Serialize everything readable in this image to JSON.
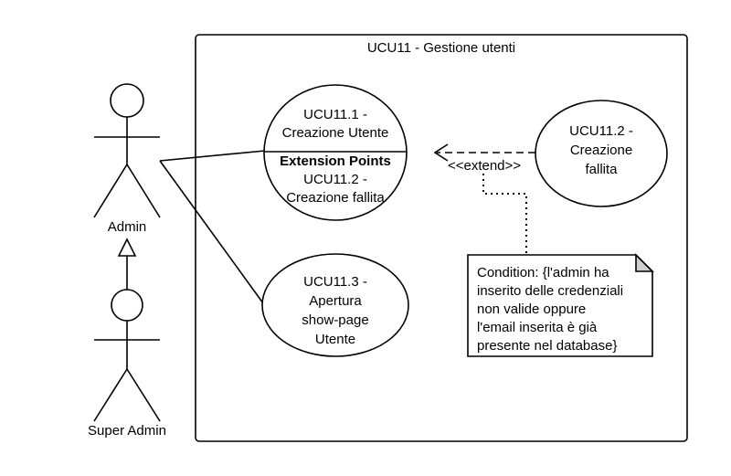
{
  "system": {
    "title": "UCU11 - Gestione utenti"
  },
  "actors": {
    "admin": {
      "label": "Admin"
    },
    "super_admin": {
      "label": "Super Admin"
    }
  },
  "use_cases": {
    "creation": {
      "line1": "UCU11.1 -",
      "line2": "Creazione Utente",
      "ext_title": "Extension Points",
      "ext_line1": "UCU11.2 -",
      "ext_line2": "Creazione fallita"
    },
    "failed": {
      "line1": "UCU11.2 -",
      "line2": "Creazione",
      "line3": "fallita"
    },
    "show": {
      "line1": "UCU11.3 -",
      "line2": "Apertura",
      "line3": "show-page",
      "line4": "Utente"
    }
  },
  "extend_label": "<<extend>>",
  "condition_note": {
    "line1": "Condition: {l'admin ha",
    "line2": "inserito delle credenziali",
    "line3": "non valide oppure",
    "line4": "l'email inserita è già",
    "line5": "presente nel database}"
  }
}
